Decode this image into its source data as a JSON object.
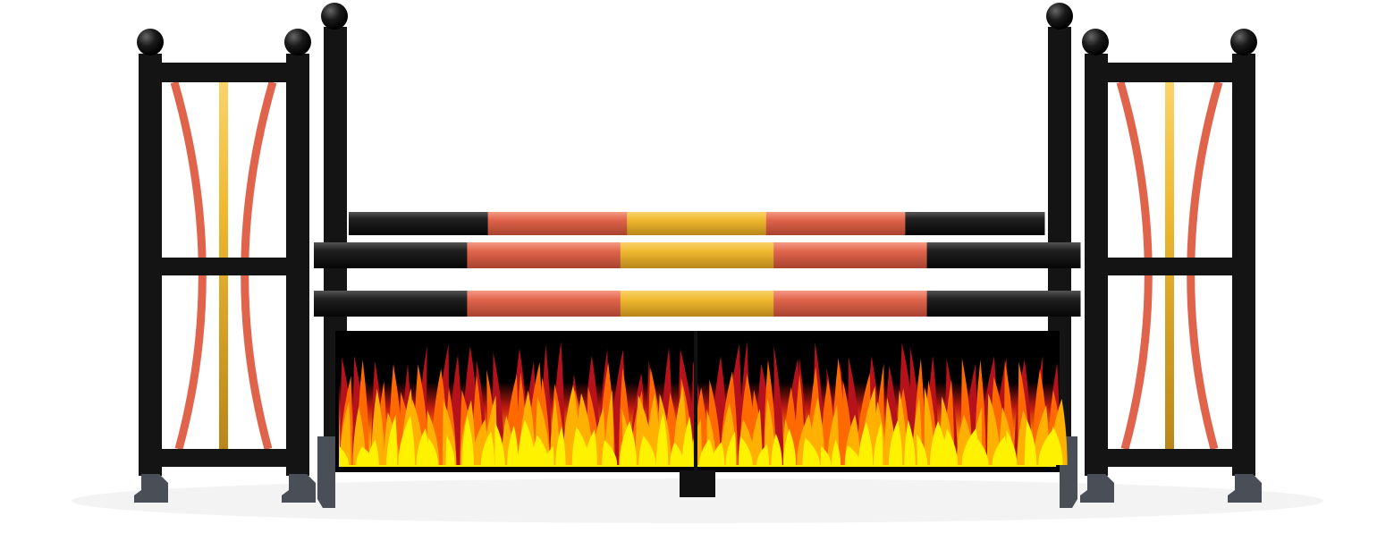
{
  "colors": {
    "post": "#111111",
    "foot": "#4a4f57",
    "pole_black": "#1a1a1a",
    "pole_orange": "#e0644c",
    "pole_yellow": "#efb830",
    "flame_red": "#b5121b",
    "flame_orange": "#ff6a00",
    "flame_yellow": "#fff200",
    "filler_bg": "#000000"
  },
  "poles": [
    {
      "segments": [
        "black",
        "orange",
        "yellow",
        "orange",
        "black"
      ]
    },
    {
      "segments": [
        "black",
        "orange",
        "yellow",
        "orange",
        "black"
      ]
    },
    {
      "segments": [
        "black",
        "orange",
        "yellow",
        "orange",
        "black"
      ]
    }
  ]
}
